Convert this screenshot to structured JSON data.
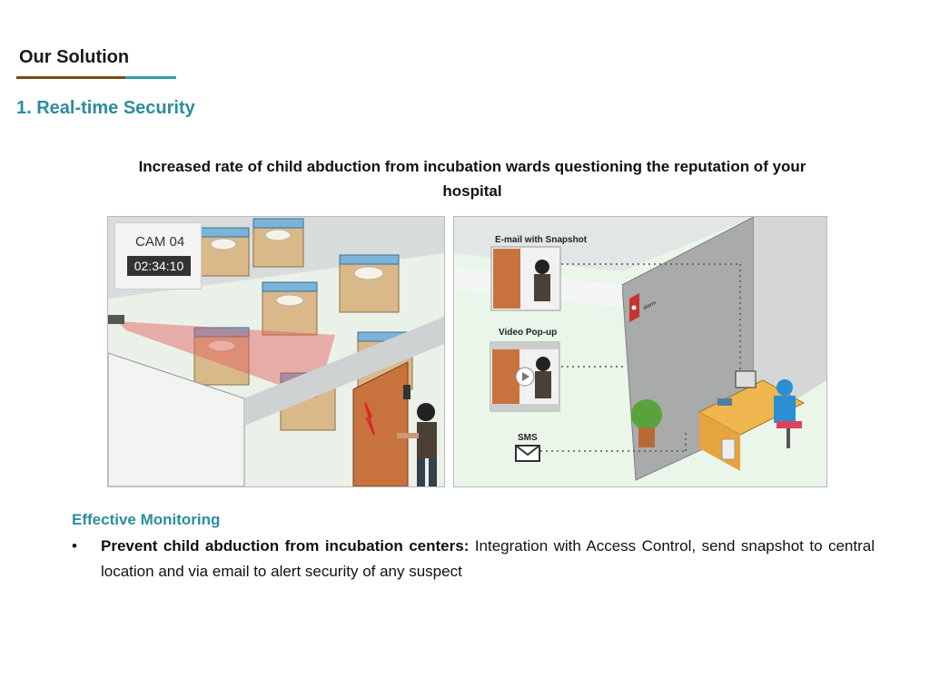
{
  "header": {
    "section_title": "Our Solution",
    "subsection_title": "1. Real-time Security"
  },
  "headline": "Increased rate of child abduction from incubation wards questioning the reputation of your hospital",
  "illustration_left": {
    "camera_label": "CAM 04",
    "camera_time": "02:34:10"
  },
  "illustration_right": {
    "email_label": "E-mail with Snapshot",
    "video_label": "Video Pop-up",
    "sms_label": "SMS",
    "alarm_label": "alarm"
  },
  "monitoring": {
    "title": "Effective Monitoring",
    "bullet_symbol": "•",
    "bullet_bold": "Prevent child abduction from incubation centers:",
    "bullet_text": " Integration with Access Control, send snapshot to central location and via email to alert security of any suspect"
  },
  "colors": {
    "accent_teal": "#2b8d9f",
    "rule_brown": "#7a4a12",
    "rule_teal": "#2a9fb0",
    "alert_red": "#d9262a"
  }
}
